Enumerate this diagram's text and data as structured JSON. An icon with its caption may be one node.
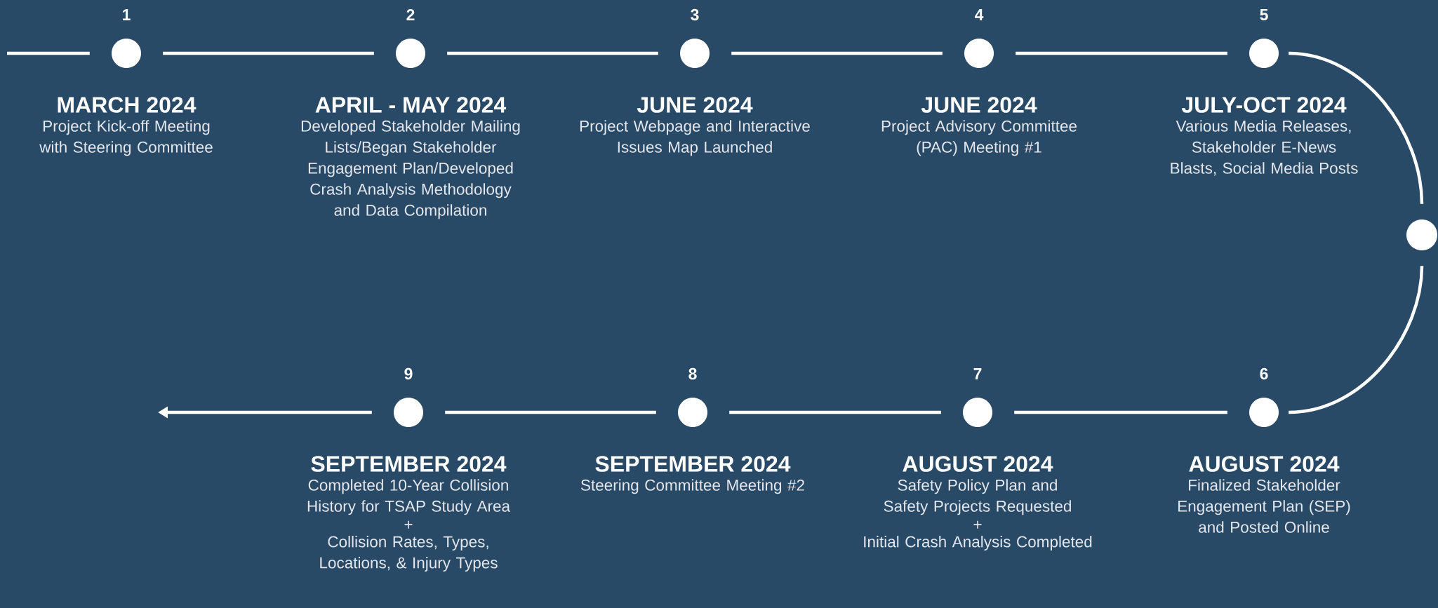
{
  "diagram": {
    "nodes": [
      {
        "text": [
          "1",
          "MARCH 2024",
          "Project Kick-off Meeting with Steering Committee"
        ]
      },
      {
        "text": [
          "2",
          "APRIL - MAY 2024",
          "Developed Stakeholder Mailing Lists/Began Stakeholder Engagement Plan/Developed Crash Analysis Methodology and Data Compilation"
        ]
      },
      {
        "text": [
          "3",
          "JUNE 2024",
          "Project Webpage and Interactive Issues Map Launched"
        ]
      },
      {
        "text": [
          "4",
          "JUNE 2024",
          "Project Advisory Committee (PAC) Meeting #1"
        ]
      },
      {
        "text": [
          "5",
          "JULY-OCT 2024",
          "Various Media Releases, Stakeholder E-News Blasts, Social Media Posts"
        ]
      },
      {
        "text": [],
        "shape": "circle"
      },
      {
        "text": [
          "6",
          "AUGUST 2024",
          "Finalized Stakeholder Engagement Plan (SEP) and Posted Online"
        ]
      },
      {
        "text": [
          "7",
          "AUGUST 2024",
          "Safety Policy Plan and Safety Projects Requested",
          "+",
          "Initial Crash Analysis Completed"
        ]
      },
      {
        "text": [
          "8",
          "SEPTEMBER 2024",
          "Steering Committee Meeting #2"
        ]
      },
      {
        "text": [
          "9",
          "SEPTEMBER 2024",
          "Completed 10-Year Collision History for TSAP Study Area",
          "+",
          "Collision Rates, Types, Locations, & Injury Types"
        ]
      }
    ],
    "edges": [
      {
        "from": null,
        "to": 0,
        "arrow": "none"
      },
      {
        "from": 0,
        "to": 1,
        "arrow": "none"
      },
      {
        "from": 1,
        "to": 2,
        "arrow": "none"
      },
      {
        "from": 2,
        "to": 3,
        "arrow": "none"
      },
      {
        "from": 3,
        "to": 4,
        "arrow": "none"
      },
      {
        "from": 4,
        "to": 5,
        "arrow": "none"
      },
      {
        "from": 5,
        "to": 6,
        "arrow": "none"
      },
      {
        "from": 6,
        "to": 7,
        "arrow": "none"
      },
      {
        "from": 7,
        "to": 8,
        "arrow": "none"
      },
      {
        "from": 8,
        "to": 9,
        "arrow": "none"
      },
      {
        "from": 9,
        "to": null,
        "arrow": "to"
      }
    ]
  }
}
